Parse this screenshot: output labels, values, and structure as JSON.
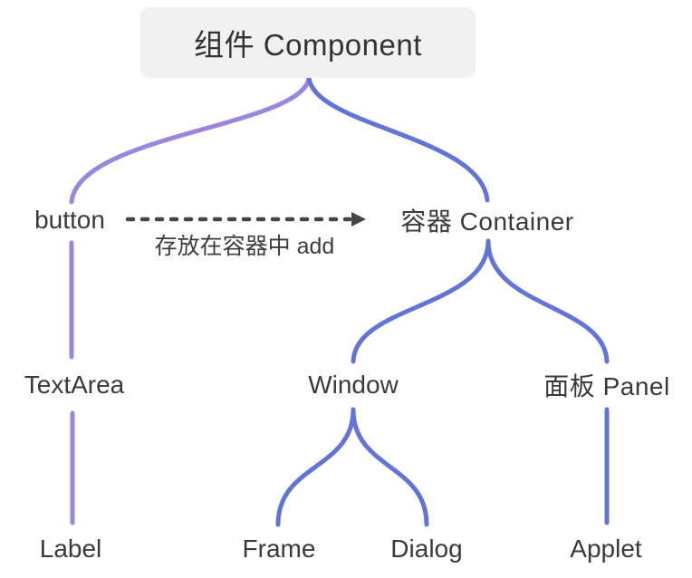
{
  "colors": {
    "purple_branch": "#9c86dd",
    "blue_branch": "#6274d6",
    "arrow": "#454545",
    "root_bg": "#f1f1f1",
    "node_text": "#3a3a3a"
  },
  "root": {
    "label": "组件 Component"
  },
  "nodes": {
    "button": {
      "label": "button"
    },
    "container": {
      "label": "容器  Container"
    },
    "textarea": {
      "label": "TextArea"
    },
    "window": {
      "label": "Window"
    },
    "panel": {
      "label": "面板  Panel"
    },
    "label_node": {
      "label": "Label"
    },
    "frame": {
      "label": "Frame"
    },
    "dialog": {
      "label": "Dialog"
    },
    "applet": {
      "label": "Applet"
    }
  },
  "relationship": {
    "label": "存放在容器中 add"
  }
}
